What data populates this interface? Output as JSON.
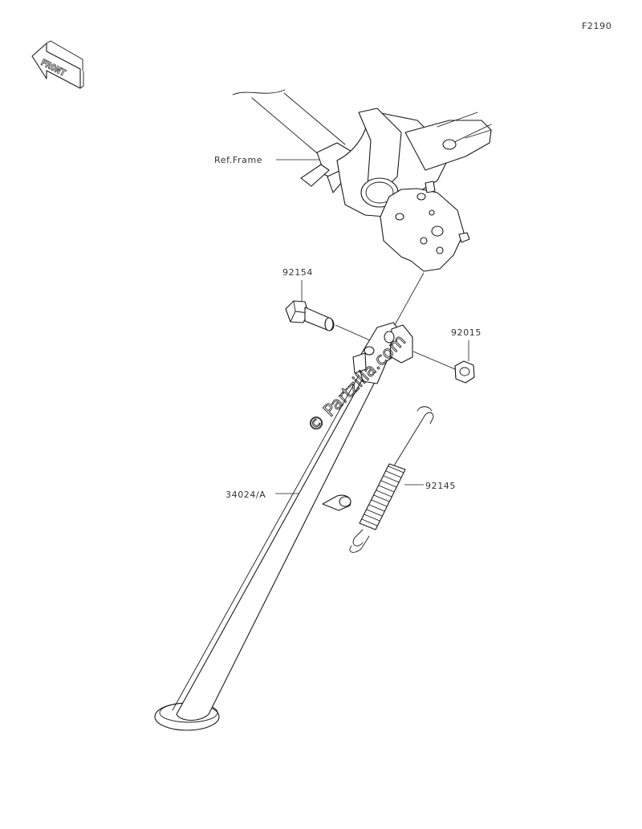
{
  "figure_code": "F2190",
  "front_label": "FRONT",
  "watermark": "© Partzilla.com",
  "labels": {
    "ref_frame": "Ref.Frame",
    "bolt": "92154",
    "nut": "92015",
    "stand": "34024/A",
    "spring": "92145"
  }
}
